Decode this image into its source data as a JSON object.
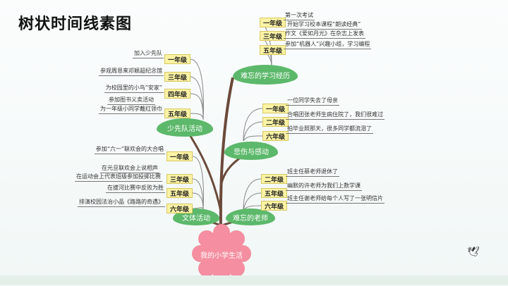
{
  "title": "树状时间线素图",
  "root": "我的小学生活",
  "branches": {
    "study": {
      "label": "难忘的学习经历",
      "items": [
        {
          "grade": "一年级",
          "texts": [
            "第一次考试"
          ]
        },
        {
          "grade": "三年级",
          "texts": [
            "开始学习校本课程“朗读经典”",
            "作文《爱如月光》在杂志上发表"
          ]
        },
        {
          "grade": "五年级",
          "texts": [
            "参加“机器人”兴趣小组，学习编程"
          ]
        }
      ]
    },
    "pioneer": {
      "label": "少先队活动",
      "items": [
        {
          "grade": "一年级",
          "texts": [
            "加入少先队"
          ]
        },
        {
          "grade": "三年级",
          "texts": [
            "参观周恩来邓颖超纪念馆"
          ]
        },
        {
          "grade": "四年级",
          "texts": [
            "为校园里的小鸟“安家”"
          ]
        },
        {
          "grade": "五年级",
          "texts": [
            "参加图书义卖活动",
            "为一年级小同学戴红领巾"
          ]
        }
      ]
    },
    "sad": {
      "label": "悲伤与感动",
      "items": [
        {
          "grade": "一年级",
          "texts": [
            "一位同学失去了母亲"
          ]
        },
        {
          "grade": "二年级",
          "texts": [
            "合唱团张老师生病住院了，我们很难过"
          ]
        },
        {
          "grade": "六年级",
          "texts": [
            "拍毕业照那天，很多同学都流泪了"
          ]
        }
      ]
    },
    "arts": {
      "label": "文体活动",
      "items": [
        {
          "grade": "一年级",
          "texts": [
            "参加“六一”联欢会的大合唱"
          ]
        },
        {
          "grade": "三年级",
          "texts": [
            "在元旦联欢会上说相声",
            "在运动会上代表班级参加投掷比赛"
          ]
        },
        {
          "grade": "五年级",
          "texts": [
            "在拔河比赛中反败为胜"
          ]
        },
        {
          "grade": "六年级",
          "texts": [
            "排演校园法治小品《路路的奇遇》"
          ]
        }
      ]
    },
    "teacher": {
      "label": "难忘的老师",
      "items": [
        {
          "grade": "二年级",
          "texts": [
            "班主任蔡老师退休了"
          ]
        },
        {
          "grade": "五年级",
          "texts": [
            "幽默的许老师为我们上数学课"
          ]
        },
        {
          "grade": "六年级",
          "texts": [
            "班主任谢老师给每个人写了一张明信片"
          ]
        }
      ]
    }
  },
  "colors": {
    "leaf": "#5cb86a",
    "flower": "#f48ea0",
    "tag": "#fbf3a4",
    "trunk": "#6b4a3a"
  }
}
